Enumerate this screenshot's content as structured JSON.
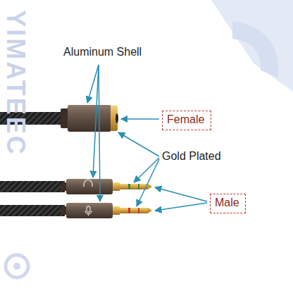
{
  "diagram": {
    "nodes": [
      {
        "text": [
          "Female"
        ]
      },
      {
        "text": [
          "Male"
        ]
      }
    ],
    "labels": [
      "Aluminum Shell",
      "Gold Plated",
      "YIMATEEC"
    ]
  }
}
